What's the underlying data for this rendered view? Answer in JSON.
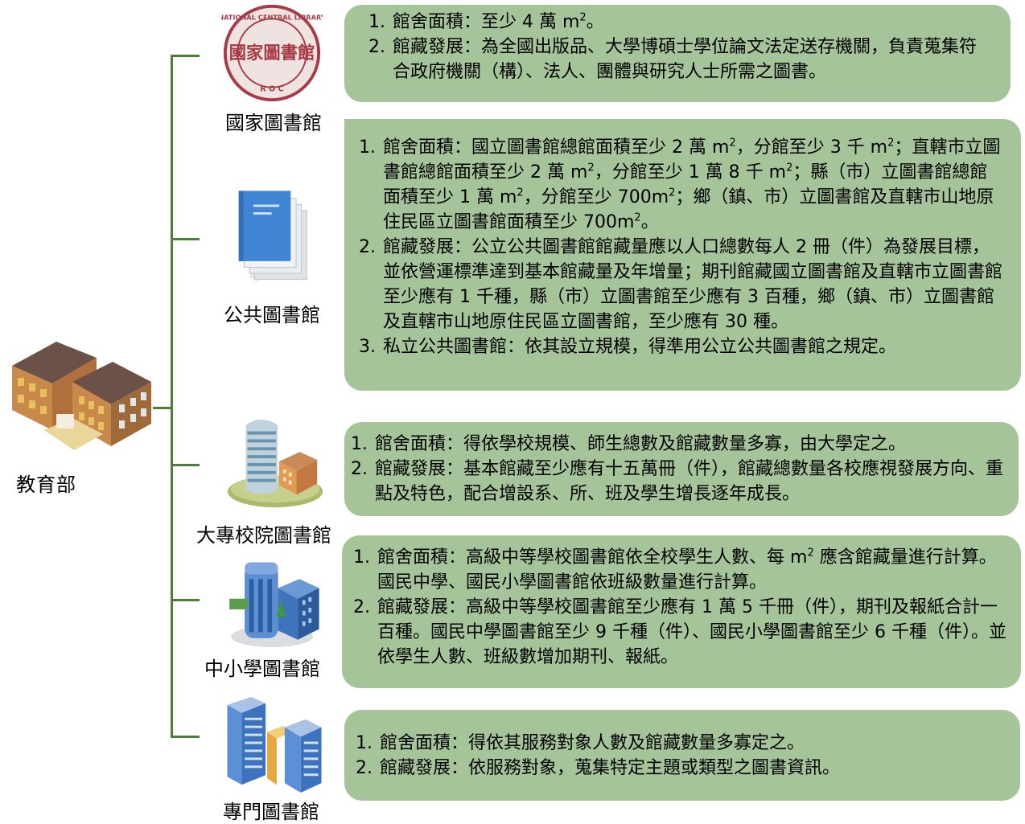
{
  "root": {
    "label": "教育部",
    "icon": "school-building-icon"
  },
  "colors": {
    "box_fill": "#a6c49a",
    "connector": "#4a7f3a"
  },
  "branches": [
    {
      "label": "國家圖書館",
      "icon": "national-central-library-seal-icon",
      "seal_text": [
        "NATIONAL CENTRAL LIBRARY",
        "國家圖書館",
        "R O C"
      ],
      "items": [
        [
          "1.",
          "館舍面積：至少 4 萬 m",
          "2",
          "。"
        ],
        [
          "2.",
          "館藏發展：為全國出版品、大學博碩士學位論文法定送存機關，負責蒐集符合政府機關（構）、法人、團體與研究人士所需之圖書。"
        ]
      ]
    },
    {
      "label": "公共圖書館",
      "icon": "book-stack-icon",
      "items": [
        [
          "1.",
          "館舍面積：國立圖書館總館面積至少 2 萬 m",
          "2",
          "，分館至少 3 千 m",
          "2",
          "；直轄市立圖書館總館面積至少 2 萬 m",
          "2",
          "，分館至少 1 萬 8 千 m",
          "2",
          "；縣（市）立圖書館總館面積至少 1 萬 m",
          "2",
          "，分館至少 700m",
          "2",
          "；鄉（鎮、市）立圖書館及直轄市山地原住民區立圖書館面積至少 700m",
          "2",
          "。"
        ],
        [
          "2.",
          "館藏發展：公立公共圖書館館藏量應以人口總數每人 2 冊（件）為發展目標，並依營運標準達到基本館藏量及年增量；期刊館藏國立圖書館及直轄市立圖書館至少應有 1 千種，縣（市）立圖書館至少應有 3 百種，鄉（鎮、市）立圖書館及直轄市山地原住民區立圖書館，至少應有 30 種。"
        ],
        [
          "3.",
          "私立公共圖書館：依其設立規模，得準用公立公共圖書館之規定。"
        ]
      ]
    },
    {
      "label": "大專校院圖書館",
      "icon": "university-building-icon",
      "items": [
        [
          "1.",
          "館舍面積：得依學校規模、師生總數及館藏數量多寡，由大學定之。"
        ],
        [
          "2.",
          "館藏發展：基本館藏至少應有十五萬冊（件），館藏總數量各校應視發展方向、重點及特色，配合增設系、所、班及學生增長逐年成長。"
        ]
      ]
    },
    {
      "label": "中小學圖書館",
      "icon": "school-library-building-icon",
      "items": [
        [
          "1.",
          "館舍面積：高級中等學校圖書館依全校學生人數、每 m",
          "2",
          " 應含館藏量進行計算。國民中學、國民小學圖書館依班級數量進行計算。"
        ],
        [
          "2.",
          "館藏發展：高級中等學校圖書館至少應有 1 萬 5 千冊（件），期刊及報紙合計一百種。國民中學圖書館至少 9 千種（件）、國民小學圖書館至少 6 千種（件）。並依學生人數、班級數增加期刊、報紙。"
        ]
      ]
    },
    {
      "label": "專門圖書館",
      "icon": "office-towers-icon",
      "items": [
        [
          "1.",
          "館舍面積：得依其服務對象人數及館藏數量多寡定之。"
        ],
        [
          "2.",
          "館藏發展：依服務對象，蒐集特定主題或類型之圖書資訊。"
        ]
      ]
    }
  ]
}
